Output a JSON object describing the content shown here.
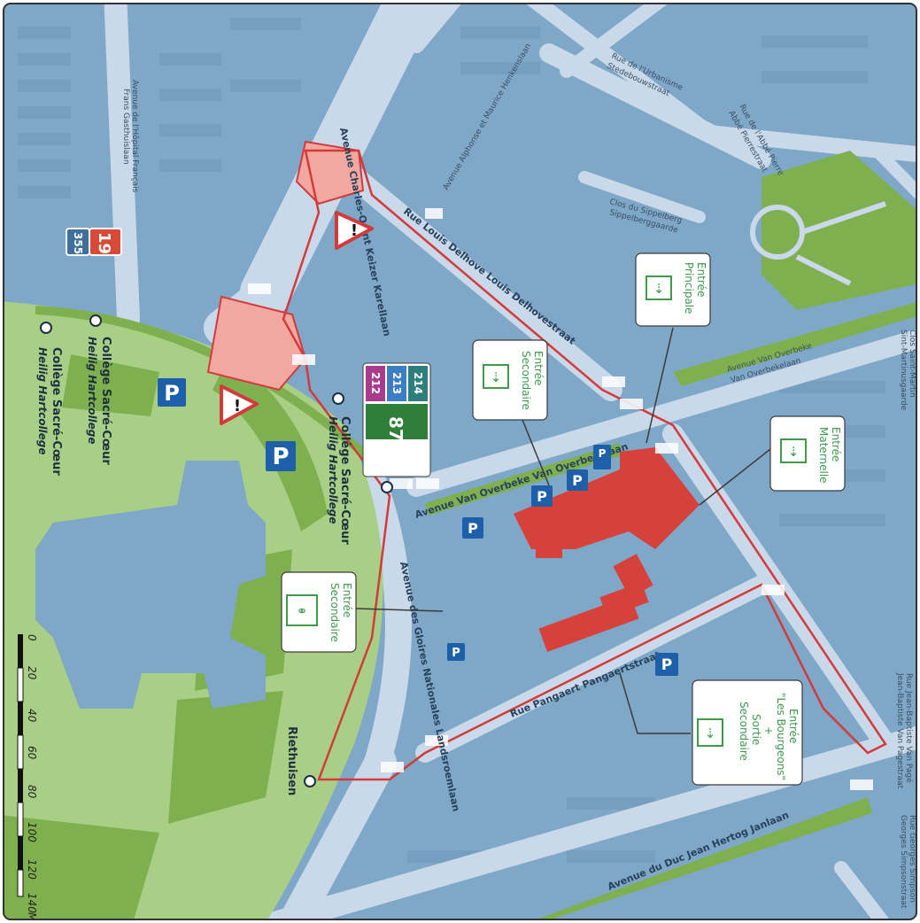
{
  "colors": {
    "block": "#7fa7c7",
    "block_dark": "#6f97b9",
    "street": "#c9d9ea",
    "park": "#7fb04f",
    "park_light": "#a9cf86",
    "perimeter": "#d33a3a",
    "school": "#d6413b",
    "crossing_zone": "#f2a7a0",
    "green_label": "#3d9a4d",
    "parking_blue": "#1d5fa8"
  },
  "streets": {
    "hopital": "Avenue de l'Hôpital Français",
    "hopital_nl": "Frans Gasthuislaan",
    "charles_quint": "Avenue Charles-Quint Keizer Karellaan",
    "louis_delhove": "Rue Louis Delhove Louis Delhovestraat",
    "urbanisme": "Rue de l'Urbanisme",
    "urbanisme_nl": "Stedebouwstraat",
    "alphonse": "Avenue Alphonse et Maurice Henkenslaan",
    "abbe": "Rue de l'Abbé Pierre",
    "abbe_nl": "Abbé Pierrestraat",
    "sippelberg": "Clos du Sippelberg",
    "sippelberg_nl": "Sippelberggaarde",
    "saint_martin": "Clos Saint-Martin",
    "saint_martin_nl": "Sint-Martinusgaarde",
    "van_overbeke_top": "Avenue Van Overbeke",
    "van_overbeke_top_nl": "Van Overbekelaan",
    "van_overbeke": "Avenue Van Overbeke Van Overbekelaan",
    "gloires": "Avenue des Gloires Nationales Landsroemlaan",
    "pangaert": "Rue Pangaert Pangaertstraat",
    "van_page": "Rue Jean-Baptiste Van Pagé",
    "van_page_nl": "Jean-Baptiste Van Pagestraat",
    "duc_jean": "Avenue du Duc Jean Hertog Janlaan",
    "georges": "Rue Georges Simpson",
    "georges_nl": "Georges Simpsonstraat"
  },
  "stops": {
    "college_fr": "Collège Sacré-Cœur",
    "college_nl": "Heilig Hartcollege",
    "riethuisen": "Riethuisen"
  },
  "lines": {
    "l19": "19",
    "l355": "355",
    "l87": "87",
    "l212": "212",
    "l213": "213",
    "l214": "214"
  },
  "entrances": {
    "principale_1": "Entrée",
    "principale_2": "Principale",
    "secondaire_1": "Entrée",
    "secondaire_2": "Secondaire",
    "maternelle_1": "Entrée",
    "maternelle_2": "Maternelle",
    "velo_1": "Entrée",
    "velo_2": "Secondaire",
    "bourgeons_1": "Entrée",
    "bourgeons_2": "\"Les Bourgeons\"",
    "bourgeons_3": "+",
    "bourgeons_4": "Sortie",
    "bourgeons_5": "Secondaire"
  },
  "parking": {
    "letter": "P"
  },
  "warning": {
    "mark": "!"
  },
  "scale": {
    "ticks": [
      "0",
      "20",
      "40",
      "60",
      "80",
      "100",
      "120",
      "140"
    ],
    "unit": "M"
  }
}
